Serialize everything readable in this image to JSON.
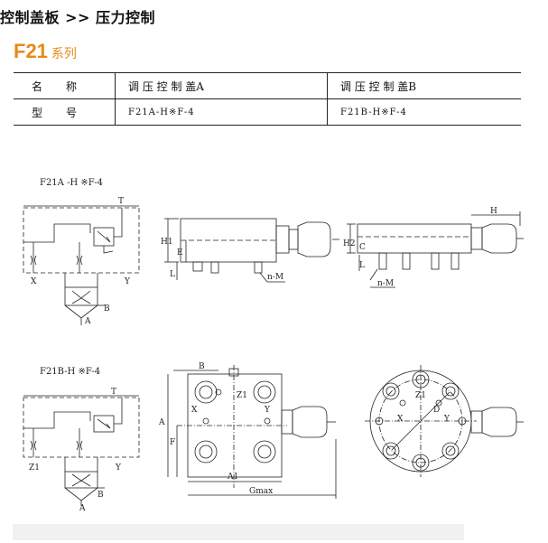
{
  "breadcrumb": "控制盖板 >> 压力控制",
  "series": {
    "code": "F21",
    "suffix": "系列"
  },
  "spec_table": {
    "rows": [
      {
        "label": "名称",
        "a": "调 压 控 制 盖A",
        "b": "调 压 控 制 盖B"
      },
      {
        "label": "型号",
        "a": "F21A-H※F-4",
        "b": "F21B-H※F-4"
      }
    ]
  },
  "diagram_a": {
    "title": "F21A -H ※F-4",
    "labels": {
      "T": "T",
      "X": "X",
      "Y": "Y",
      "A": "A",
      "B": "B"
    }
  },
  "diagram_b": {
    "title": "F21B-H ※F-4",
    "labels": {
      "T": "T",
      "Z1": "Z1",
      "Y": "Y",
      "A": "A",
      "B": "B"
    }
  },
  "side_view_a": {
    "H1": "H1",
    "E": "E",
    "L": "L",
    "nM": "n-M"
  },
  "side_view_b": {
    "H": "H",
    "H2": "H2",
    "C": "C",
    "L": "L",
    "nM": "n-M"
  },
  "front_view": {
    "B": "B",
    "A": "A",
    "F": "F",
    "X": "X",
    "Y": "Y",
    "Z1": "Z1",
    "A1": "A1",
    "Gmax": "Gmax"
  },
  "round_view": {
    "Z1": "Z1",
    "X": "X",
    "Y": "Y",
    "D": "D"
  }
}
